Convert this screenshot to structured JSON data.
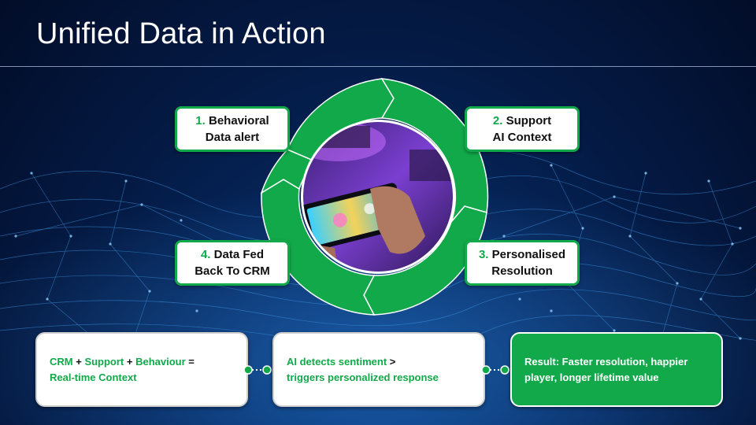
{
  "slide": {
    "title": "Unified Data in Action"
  },
  "cycle": {
    "ring_color": "#12a94a",
    "center_image": "hands-holding-smartphone-playing-game-photo",
    "steps": [
      {
        "number": "1.",
        "line1": "Behavioral",
        "line2": "Data alert"
      },
      {
        "number": "2.",
        "line1": "Support",
        "line2": "AI Context"
      },
      {
        "number": "3.",
        "line1": "Personalised",
        "line2": "Resolution"
      },
      {
        "number": "4.",
        "line1": "Data Fed",
        "line2": "Back To CRM"
      }
    ]
  },
  "cards": {
    "card1": {
      "crm": "CRM",
      "plus1": " + ",
      "support": "Support",
      "plus2": " + ",
      "behaviour": "Behaviour",
      "equals": " =",
      "context": "Real-time Context"
    },
    "card2": {
      "ai": "AI detects sentiment",
      "arrow": " >",
      "triggers": "triggers personalized response"
    },
    "card3": {
      "line1": "Result: Faster resolution, happier",
      "line2": "player, longer lifetime value"
    }
  },
  "colors": {
    "accent_green": "#12a94a",
    "background_navy": "#041a44",
    "network_blue": "#2f8fe0"
  }
}
